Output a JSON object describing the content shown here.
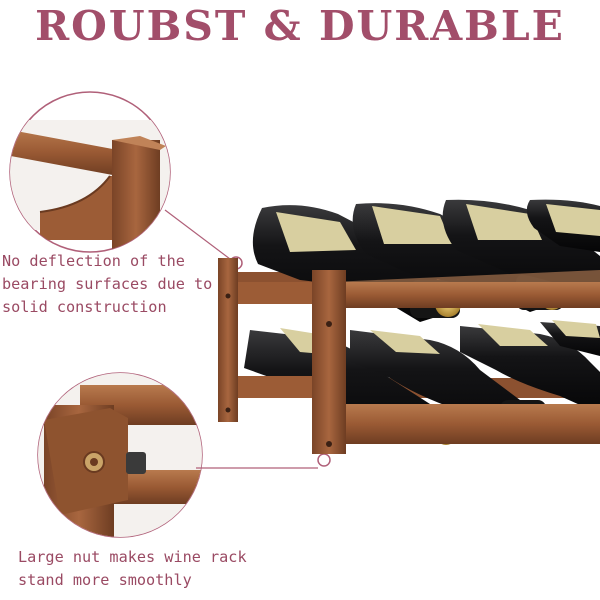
{
  "headline": "ROUBST & DURABLE",
  "callout_top": {
    "line1": "No deflection of the",
    "line2": "bearing surfaces due to",
    "line3": "solid construction"
  },
  "callout_bottom": {
    "line1": "Large nut makes wine rack",
    "line2": "stand more smoothly"
  },
  "colors": {
    "accent": "#a24e6a",
    "wood_light": "#a8663f",
    "wood_dark": "#6e3d22",
    "bottle": "#1c1c1e",
    "label": "#d8cfa0",
    "cap_gold": "#c9a24a"
  }
}
